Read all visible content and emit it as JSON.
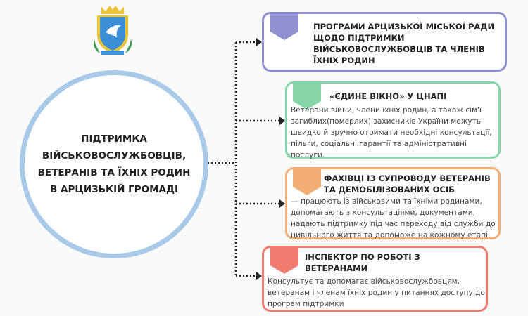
{
  "center": {
    "title": "ПІДТРИМКА ВІЙСЬКОВОСЛУЖБОВЦІВ, ВЕТЕРАНІВ ТА ЇХНІХ РОДИН В АРЦИЗЬКІЙ ГРОМАДІ"
  },
  "logo": {
    "name": "coat-of-arms"
  },
  "boxes": [
    {
      "title": "ПРОГРАМИ АРЦИЗЬКОЇ МІСЬКОЇ РАДИ ЩОДО ПІДТРИМКИ ВІЙСЬКОВОСЛУЖБОВЦІВ ТА ЧЛЕНІВ ЇХНІХ РОДИН",
      "color": "#8f8fd2"
    },
    {
      "title": "«ЄДИНЕ ВІКНО» У ЦНАПІ",
      "body": "Ветерани війни, члени їхніх родин, а також сім'ї загиблих(померлих) захисників України можуть швидко й зручно отримати необхідні консультації, пільги, соціальні гарантії та адміністративні послуги.",
      "color": "#86d5a8"
    },
    {
      "title": "ФАХІВЦІ ІЗ СУПРОВОДУ ВЕТЕРАНІВ ТА ДЕМОБІЛІЗОВАНИХ ОСІБ",
      "body": "— працюють із військовими та їхніми родинами, допомагають з консультаціями, документами, надають підтримку під час переходу від служби до цивільного життя та допоможе на кожному етапі.",
      "color": "#f2ae74"
    },
    {
      "title": "ІНСПЕКТОР ПО РОБОТІ З ВЕТЕРАНАМИ",
      "body": "Консультує та допомагає військовослужбовцям, ветеранам і членам їхніх родин у питаннях доступу до програм підтримки",
      "color": "#f07c70"
    }
  ]
}
